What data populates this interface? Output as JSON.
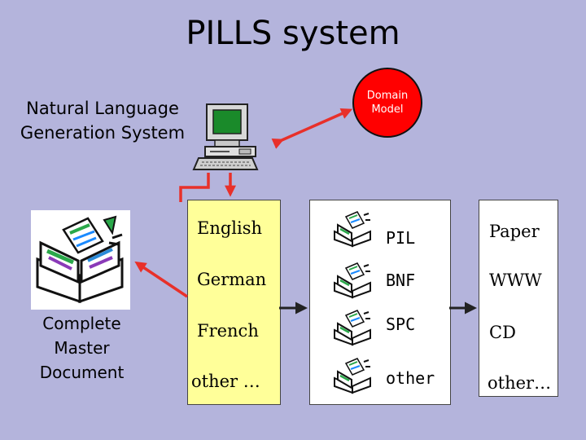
{
  "title": "PILLS system",
  "nlg_label": "Natural Language\nGeneration System",
  "domain_model": "Domain\nModel",
  "complete_doc_label": "Complete\nMaster\nDocument",
  "languages": [
    "English",
    "German",
    "French",
    "other …"
  ],
  "document_types": [
    "PIL",
    "BNF",
    "SPC",
    "other"
  ],
  "output_media": [
    "Paper",
    "WWW",
    "CD",
    "other…"
  ],
  "colors": {
    "background": "#b4b4dc",
    "arrow_red": "#e8302a",
    "domain_model": "#ff0000",
    "language_box": "#ffff99"
  }
}
